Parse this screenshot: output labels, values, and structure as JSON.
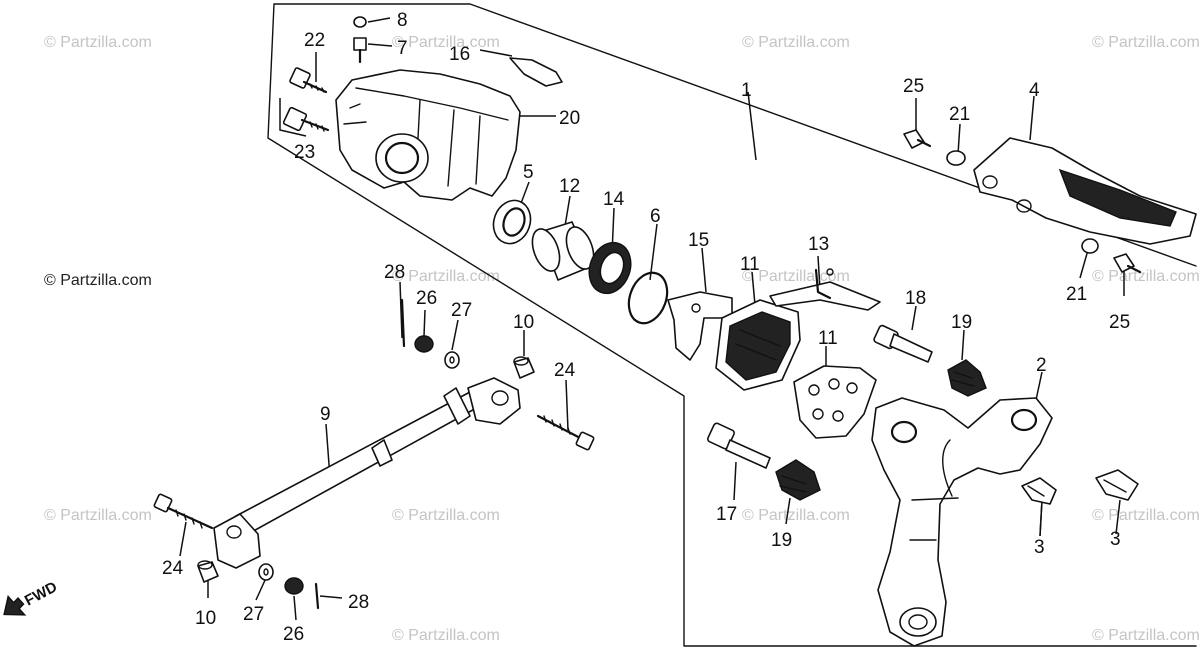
{
  "watermarks": [
    "© Partzilla.com",
    "© Partzilla.com",
    "© Partzilla.com",
    "© Partzilla.com",
    "© Partzilla.com",
    "© Partzilla.com",
    "© Partzilla.com",
    "© Partzilla.com",
    "© Partzilla.com",
    "© Partzilla.com",
    "© Partzilla.com",
    "© Partzilla.com",
    "© Partzilla.com",
    "© Partzilla.com"
  ],
  "direction_marker": "FWD",
  "labels": [
    "1",
    "2",
    "3",
    "3",
    "4",
    "5",
    "6",
    "7",
    "8",
    "9",
    "10",
    "10",
    "11",
    "11",
    "12",
    "13",
    "14",
    "15",
    "16",
    "17",
    "18",
    "19",
    "19",
    "20",
    "21",
    "21",
    "22",
    "23",
    "24",
    "24",
    "25",
    "25",
    "26",
    "26",
    "27",
    "27",
    "28",
    "28"
  ],
  "colors": {
    "ink": "#111111",
    "watermark": "#c4c4c4",
    "background": "#ffffff"
  }
}
